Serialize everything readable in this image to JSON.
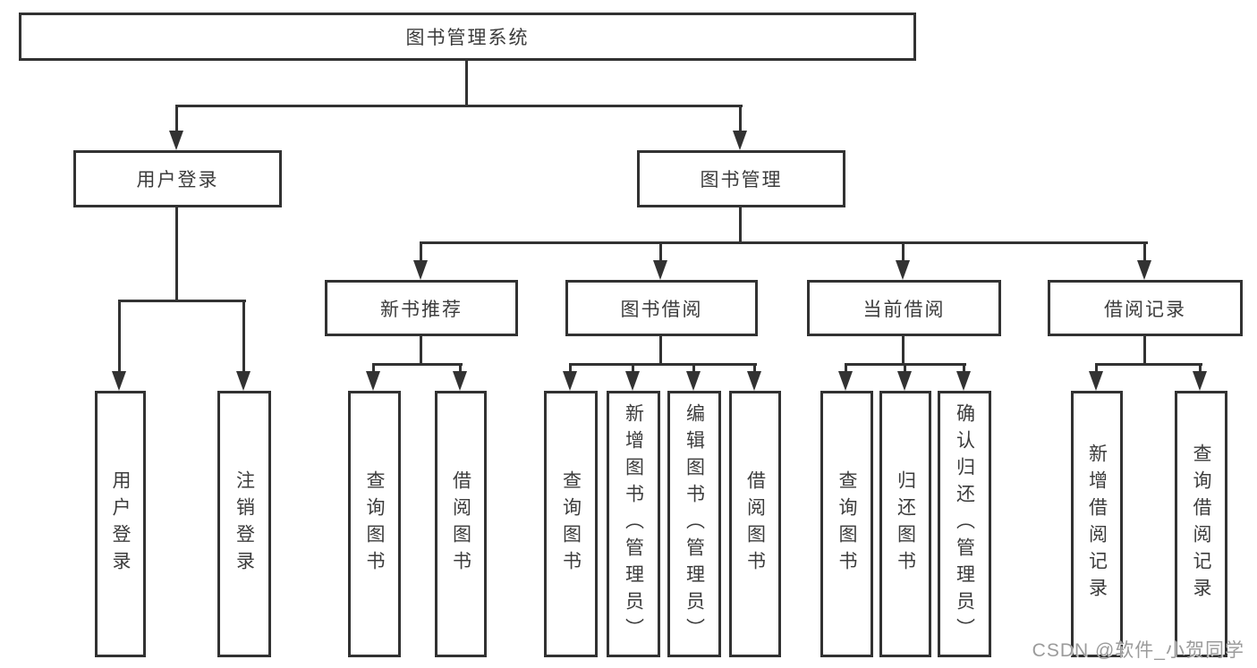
{
  "tree": {
    "root": {
      "label": "图书管理系统"
    },
    "user_login": {
      "label": "用户登录",
      "children": [
        {
          "label": "用户登录"
        },
        {
          "label": "注销登录"
        }
      ]
    },
    "book_management": {
      "label": "图书管理",
      "children": [
        {
          "label": "新书推荐",
          "children": [
            {
              "label": "查询图书"
            },
            {
              "label": "借阅图书"
            }
          ]
        },
        {
          "label": "图书借阅",
          "children": [
            {
              "label": "查询图书"
            },
            {
              "label": "新增图书（管理员）"
            },
            {
              "label": "编辑图书（管理员）"
            },
            {
              "label": "借阅图书"
            }
          ]
        },
        {
          "label": "当前借阅",
          "children": [
            {
              "label": "查询图书"
            },
            {
              "label": "归还图书"
            },
            {
              "label": "确认归还（管理员）"
            }
          ]
        },
        {
          "label": "借阅记录",
          "children": [
            {
              "label": "新增借阅记录"
            },
            {
              "label": "查询借阅记录"
            }
          ]
        }
      ]
    }
  },
  "watermark": {
    "text": "CSDN @软件_小贺同学"
  },
  "colors": {
    "line": "#323232",
    "text": "#3c3c3c",
    "watermark": "#9b9b9b",
    "background": "#ffffff"
  }
}
